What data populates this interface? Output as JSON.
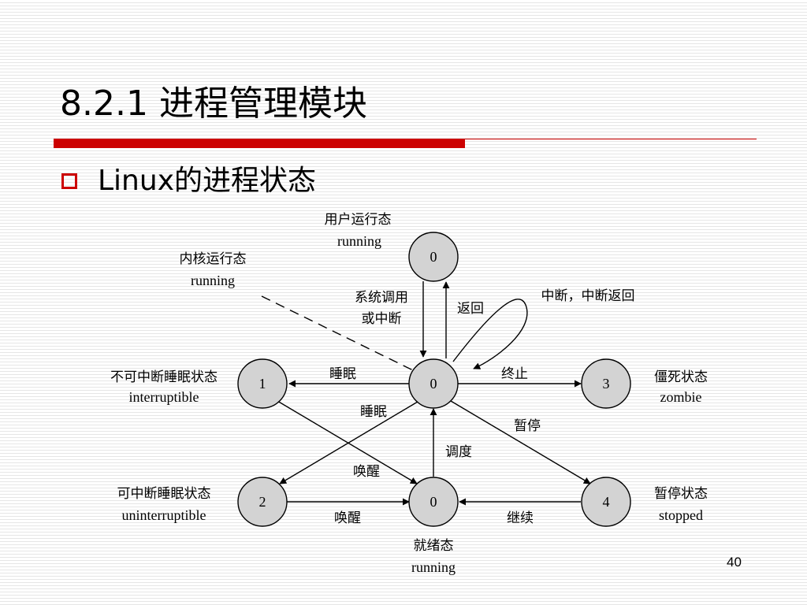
{
  "slide": {
    "title": "8.2.1 进程管理模块",
    "bullet": "Linux的进程状态",
    "page_number": "40",
    "accent_color": "#cc0000",
    "bullet_icon": "hollow-square-bullet-icon"
  },
  "diagram": {
    "node_fill": "#d3d3d3",
    "nodes": {
      "user_running": "0",
      "core": "0",
      "ready": "0",
      "interruptible": "1",
      "uninterruptible": "2",
      "zombie": "3",
      "stopped": "4"
    },
    "states": {
      "user_running_cn": "用户运行态",
      "user_running_en": "running",
      "kernel_running_cn": "内核运行态",
      "kernel_running_en": "running",
      "interruptible_cn": "不可中断睡眠状态",
      "interruptible_en": "interruptible",
      "uninterruptible_cn": "可中断睡眠状态",
      "uninterruptible_en": "uninterruptible",
      "zombie_cn": "僵死状态",
      "zombie_en": "zombie",
      "stopped_cn": "暂停状态",
      "stopped_en": "stopped",
      "ready_cn": "就绪态",
      "ready_en": "running"
    },
    "edges": {
      "syscall_1": "系统调用",
      "syscall_2": "或中断",
      "return": "返回",
      "interrupt": "中断，中断返回",
      "sleep_to_1": "睡眠",
      "sleep_to_2": "睡眠",
      "terminate": "终止",
      "pause": "暂停",
      "schedule": "调度",
      "wakeup_diag": "唤醒",
      "wakeup_bottom": "唤醒",
      "continue": "继续"
    }
  }
}
